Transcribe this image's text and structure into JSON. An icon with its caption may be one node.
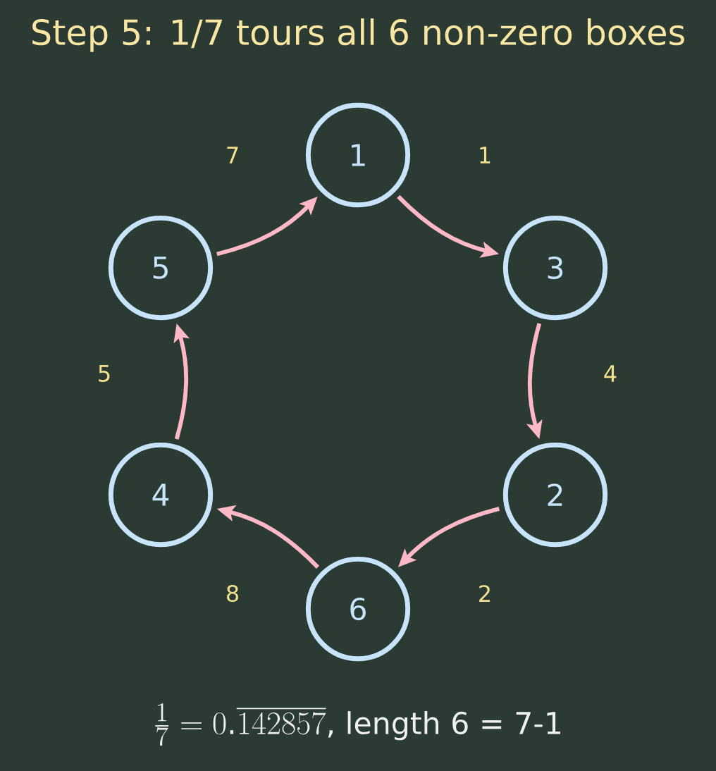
{
  "diagram": {
    "title": "Step 5: 1/7 tours all 6 non-zero boxes",
    "caption": "\\frac{1}{7} = 0.\\overline{142857}\\text{, length 6 = 7-1}",
    "nodes": [
      {
        "text": [
          "1"
        ]
      },
      {
        "text": [
          "5"
        ]
      },
      {
        "text": [
          "3"
        ]
      },
      {
        "text": [
          "4"
        ]
      },
      {
        "text": [
          "2"
        ]
      },
      {
        "text": [
          "6"
        ]
      }
    ],
    "edges": [
      {
        "from": 0,
        "to": 2,
        "arrow": "to",
        "label": "1"
      },
      {
        "from": 2,
        "to": 4,
        "arrow": "to",
        "label": "4"
      },
      {
        "from": 4,
        "to": 5,
        "arrow": "to",
        "label": "2"
      },
      {
        "from": 5,
        "to": 3,
        "arrow": "to",
        "label": "8"
      },
      {
        "from": 3,
        "to": 1,
        "arrow": "to",
        "label": "5"
      },
      {
        "from": 1,
        "to": 0,
        "arrow": "to",
        "label": "7"
      }
    ]
  }
}
